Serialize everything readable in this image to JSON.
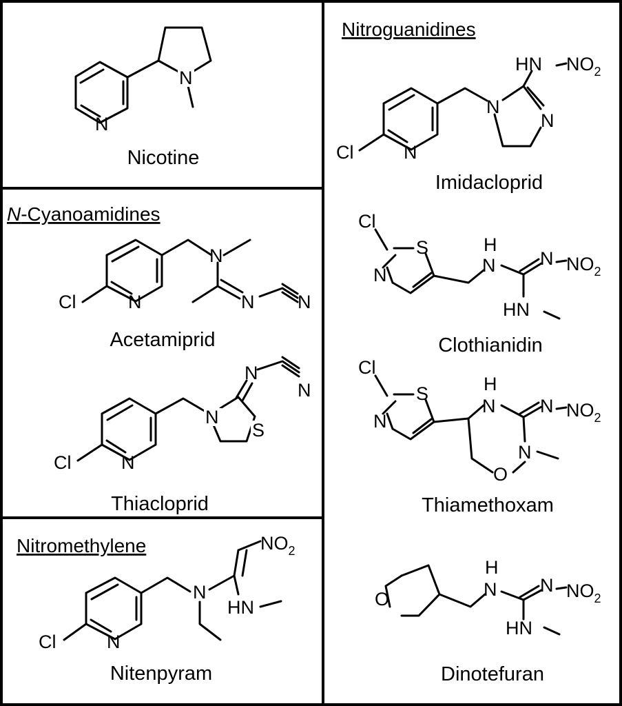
{
  "panels": {
    "nicotine": {
      "compounds": [
        "Nicotine"
      ]
    },
    "cyanoamidines": {
      "heading_prefix": "N",
      "heading_rest": "-Cyanoamidines",
      "compounds": [
        "Acetamiprid",
        "Thiacloprid"
      ]
    },
    "nitromethylene": {
      "heading": "Nitromethylene",
      "compounds": [
        "Nitenpyram"
      ]
    },
    "nitroguanidines": {
      "heading": "Nitroguanidines",
      "compounds": [
        "Imidacloprid",
        "Clothianidin",
        "Thiamethoxam",
        "Dinotefuran"
      ]
    }
  },
  "atom_labels": {
    "N": "N",
    "Cl": "Cl",
    "S": "S",
    "O": "O",
    "HN": "HN",
    "H": "H",
    "NO": "NO",
    "sub2": "2"
  }
}
